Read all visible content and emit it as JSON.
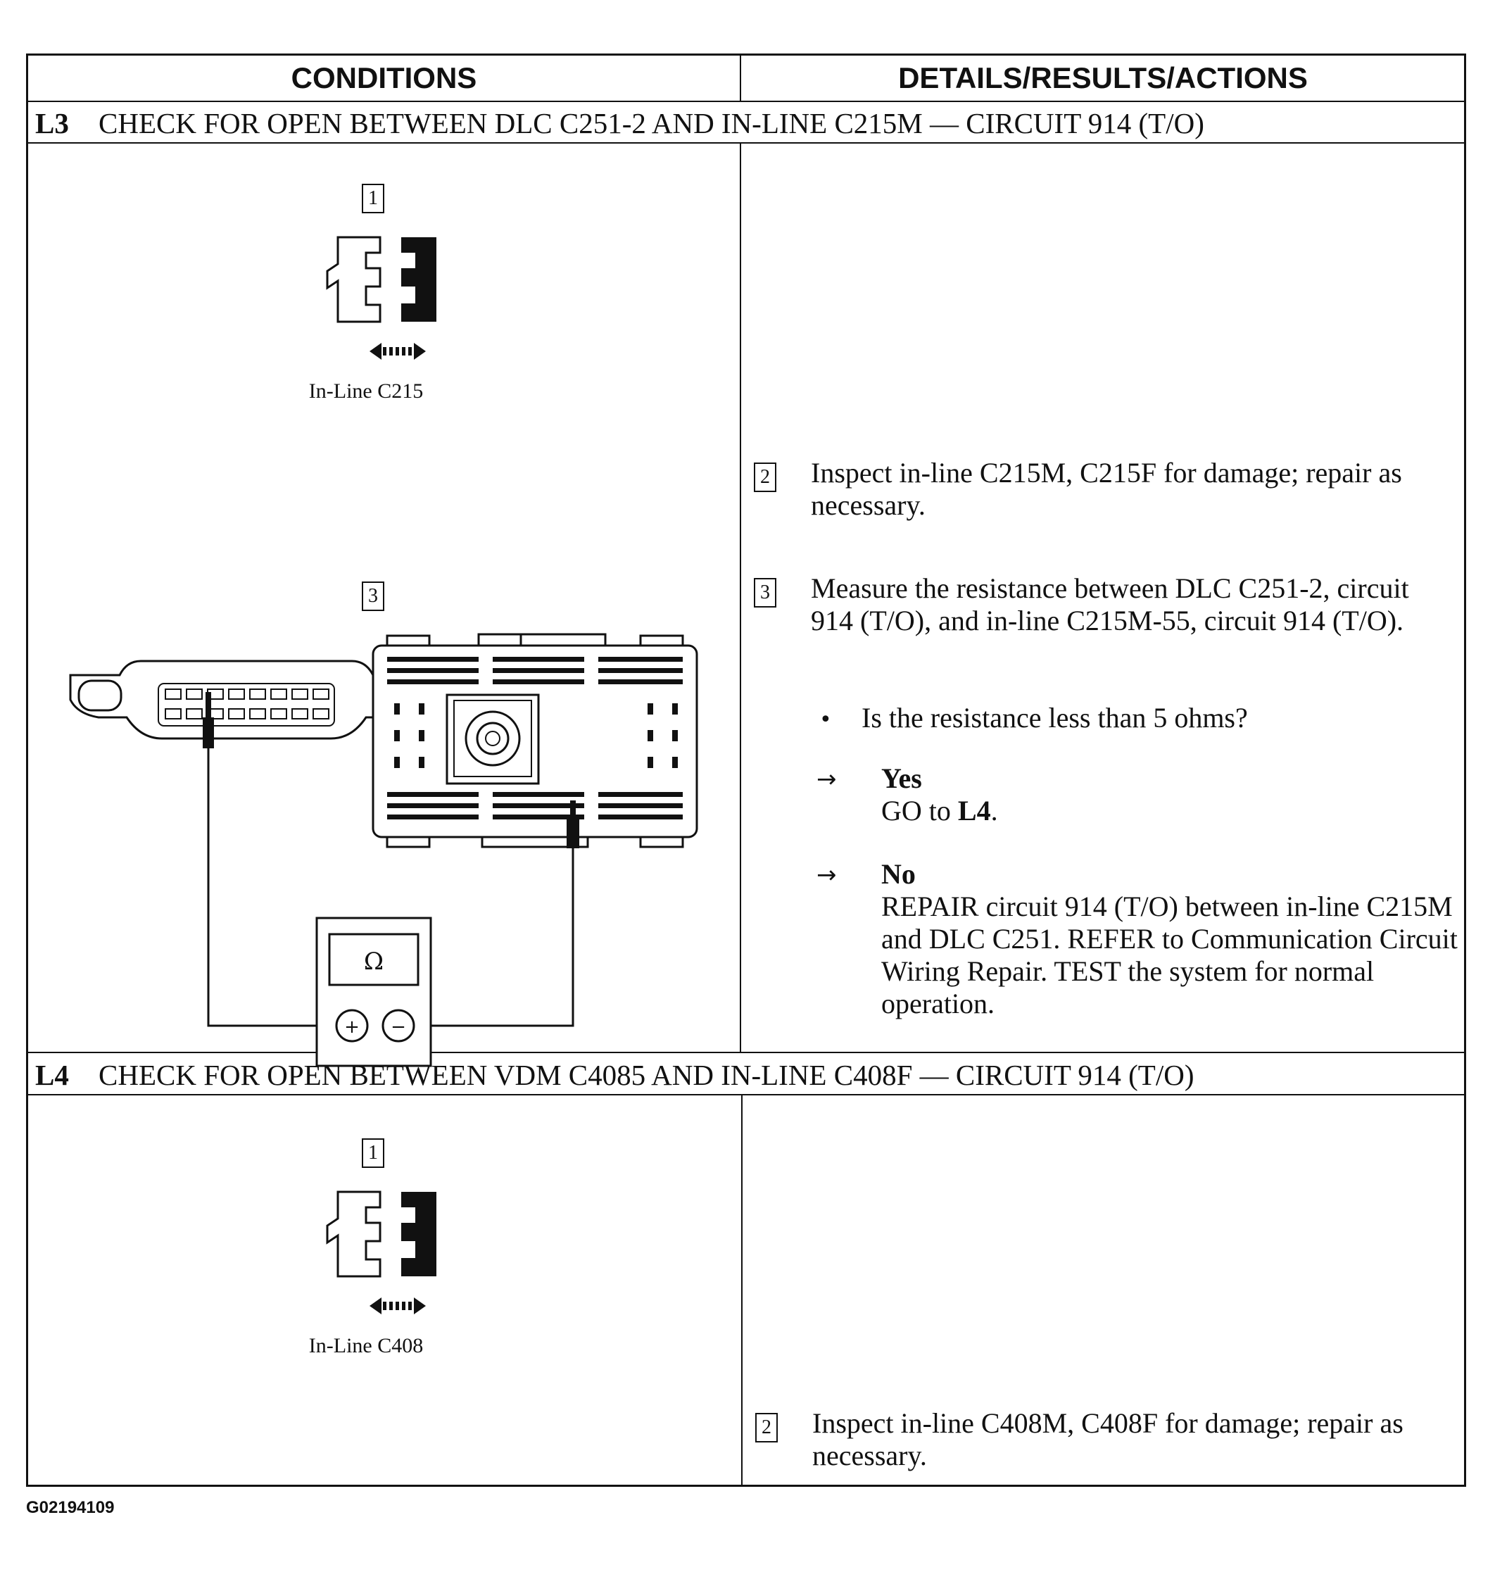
{
  "header": {
    "conditions": "CONDITIONS",
    "details": "DETAILS/RESULTS/ACTIONS"
  },
  "l3": {
    "id": "L3",
    "title": "CHECK FOR OPEN BETWEEN DLC C251-2 AND IN-LINE C215M — CIRCUIT 914 (T/O)",
    "figure1": {
      "num": "1",
      "caption": "In-Line C215"
    },
    "figure3": {
      "num": "3",
      "meter_symbol": "Ω",
      "plus": "+",
      "minus": "−"
    },
    "step2": {
      "num": "2",
      "text": "Inspect in-line C215M, C215F for damage; repair as necessary."
    },
    "step3": {
      "num": "3",
      "text": "Measure the resistance between DLC C251-2, circuit 914 (T/O), and in-line C215M-55, circuit 914 (T/O).",
      "question": "Is the resistance less than 5 ohms?",
      "yes_label": "Yes",
      "yes_text_pre": "GO to ",
      "yes_target": "L4",
      "yes_text_post": ".",
      "no_label": "No",
      "no_text": "REPAIR circuit 914 (T/O) between in-line C215M and DLC C251. REFER to Communication Circuit Wiring Repair. TEST the system for normal operation."
    }
  },
  "l4": {
    "id": "L4",
    "title": "CHECK FOR OPEN BETWEEN VDM C4085 AND IN-LINE C408F — CIRCUIT 914 (T/O)",
    "figure1": {
      "num": "1",
      "caption": "In-Line C408"
    },
    "step2": {
      "num": "2",
      "text": "Inspect in-line C408M, C408F for damage; repair as necessary."
    }
  },
  "footer": {
    "code": "G02194109"
  }
}
